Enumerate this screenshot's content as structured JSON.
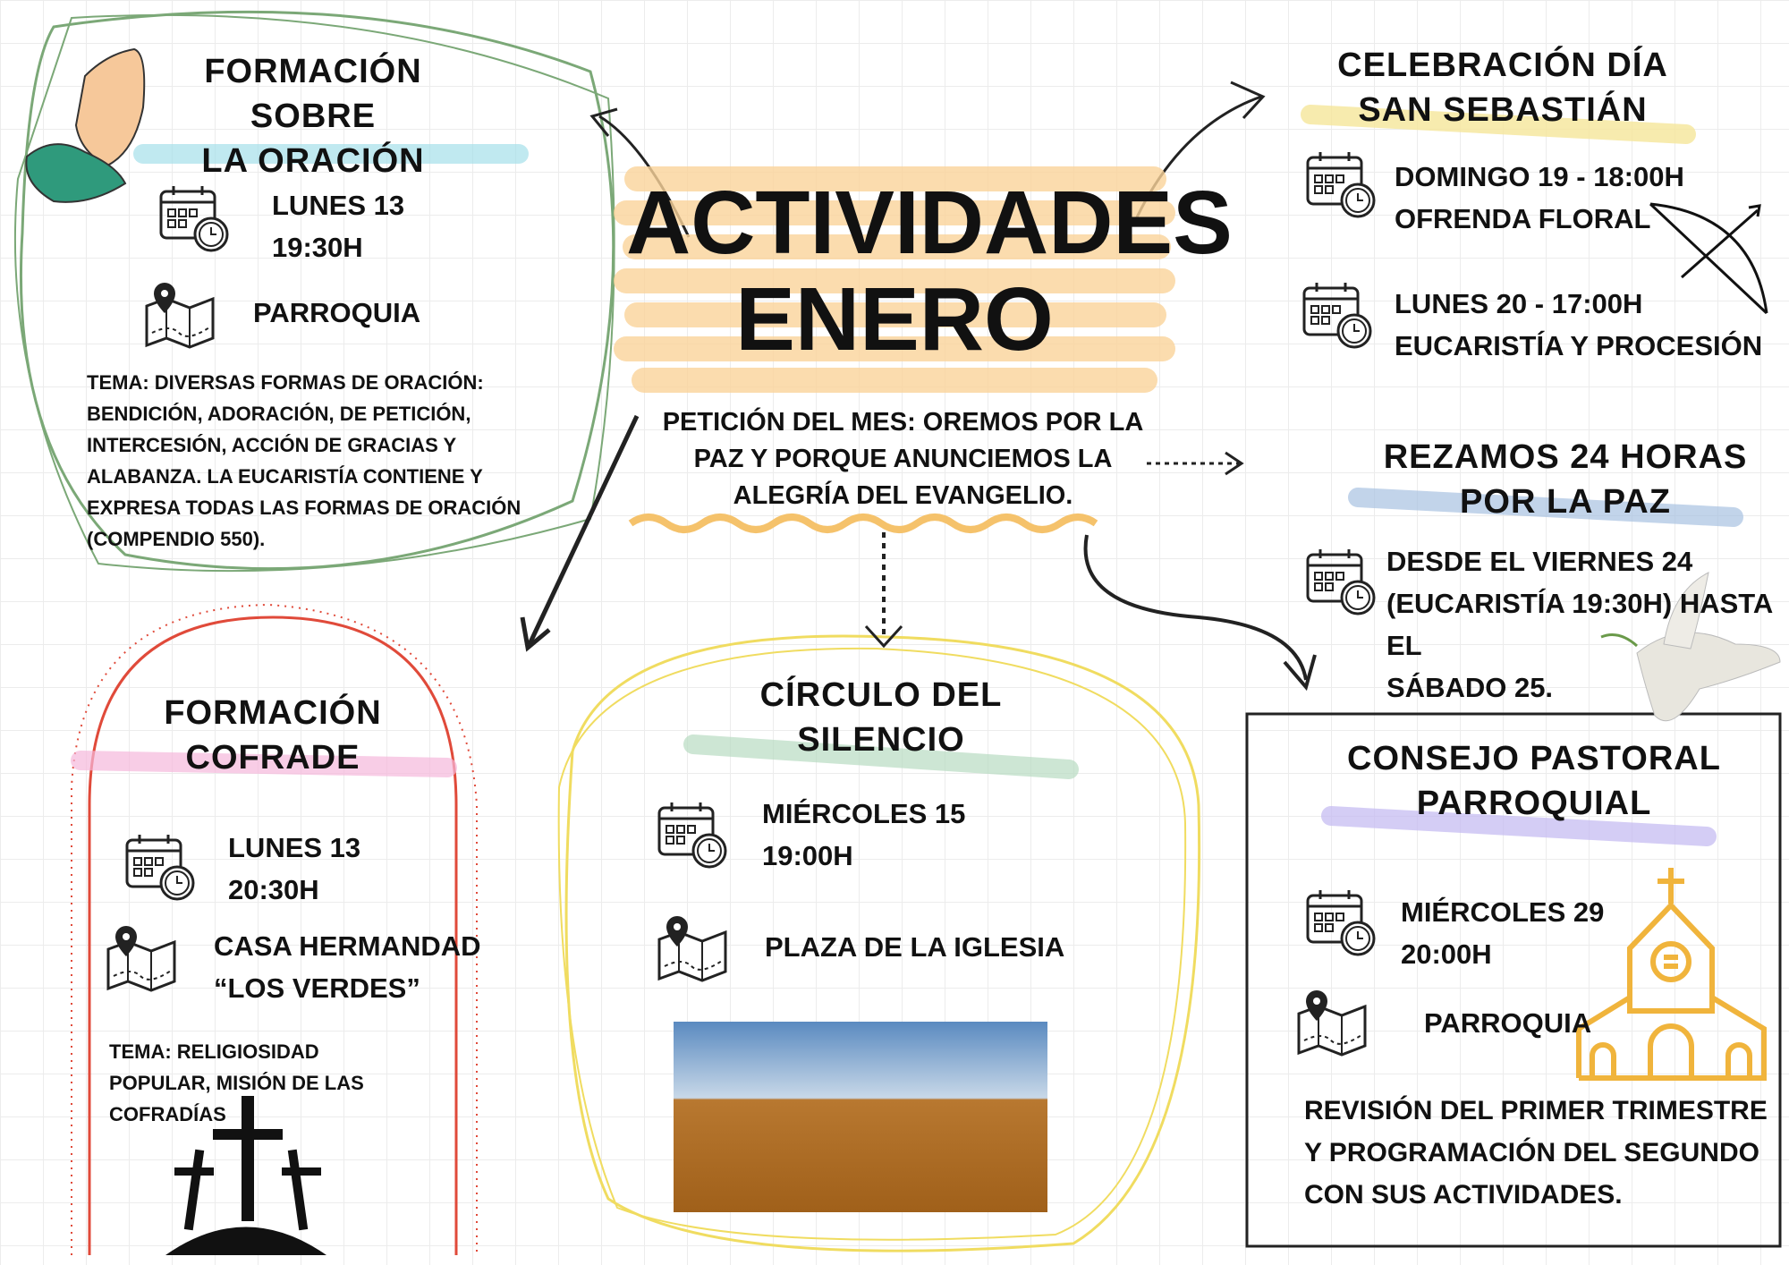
{
  "title": {
    "line1": "ACTIVIDADES",
    "line2": "ENERO"
  },
  "petition": "PETICIÓN DEL MES: OREMOS POR LA PAZ Y PORQUE ANUNCIEMOS LA ALEGRÍA DEL EVANGELIO.",
  "oracion": {
    "title1": "FORMACIÓN SOBRE",
    "title2": "LA ORACIÓN",
    "date": "LUNES 13",
    "time": "19:30H",
    "place": "PARROQUIA",
    "topic": "TEMA: DIVERSAS FORMAS DE ORACIÓN: BENDICIÓN, ADORACIÓN, DE PETICIÓN, INTERCESIÓN, ACCIÓN DE GRACIAS Y ALABANZA. LA EUCARISTÍA CONTIENE Y EXPRESA TODAS LAS FORMAS DE ORACIÓN (COMPENDIO 550)."
  },
  "cofrade": {
    "title1": "FORMACIÓN",
    "title2": "COFRADE",
    "date": "LUNES 13",
    "time": "20:30H",
    "place1": "CASA HERMANDAD",
    "place2": "“LOS VERDES”",
    "topic": "TEMA: RELIGIOSIDAD POPULAR, MISIÓN DE LAS COFRADÍAS"
  },
  "silencio": {
    "title1": "CÍRCULO DEL",
    "title2": "SILENCIO",
    "date": "MIÉRCOLES 15",
    "time": "19:00H",
    "place": "PLAZA DE LA IGLESIA"
  },
  "sebastian": {
    "title1": "CELEBRACIÓN DÍA",
    "title2": "SAN SEBASTIÁN",
    "e1a": "DOMINGO 19 - 18:00H",
    "e1b": "OFRENDA FLORAL",
    "e2a": "LUNES 20 - 17:00H",
    "e2b": "EUCARISTÍA Y PROCESIÓN"
  },
  "rezamos": {
    "title1": "REZAMOS 24 HORAS",
    "title2": "POR LA PAZ",
    "l1": "DESDE EL VIERNES 24",
    "l2": "(EUCARISTÍA 19:30H) HASTA EL",
    "l3": "SÁBADO 25."
  },
  "consejo": {
    "title1": "CONSEJO PASTORAL",
    "title2": "PARROQUIAL",
    "date": "MIÉRCOLES 29",
    "time": "20:00H",
    "place": "PARROQUIA",
    "desc": "REVISIÓN DEL PRIMER TRIMESTRE Y PROGRAMACIÓN DEL SEGUNDO CON SUS ACTIVIDADES."
  }
}
